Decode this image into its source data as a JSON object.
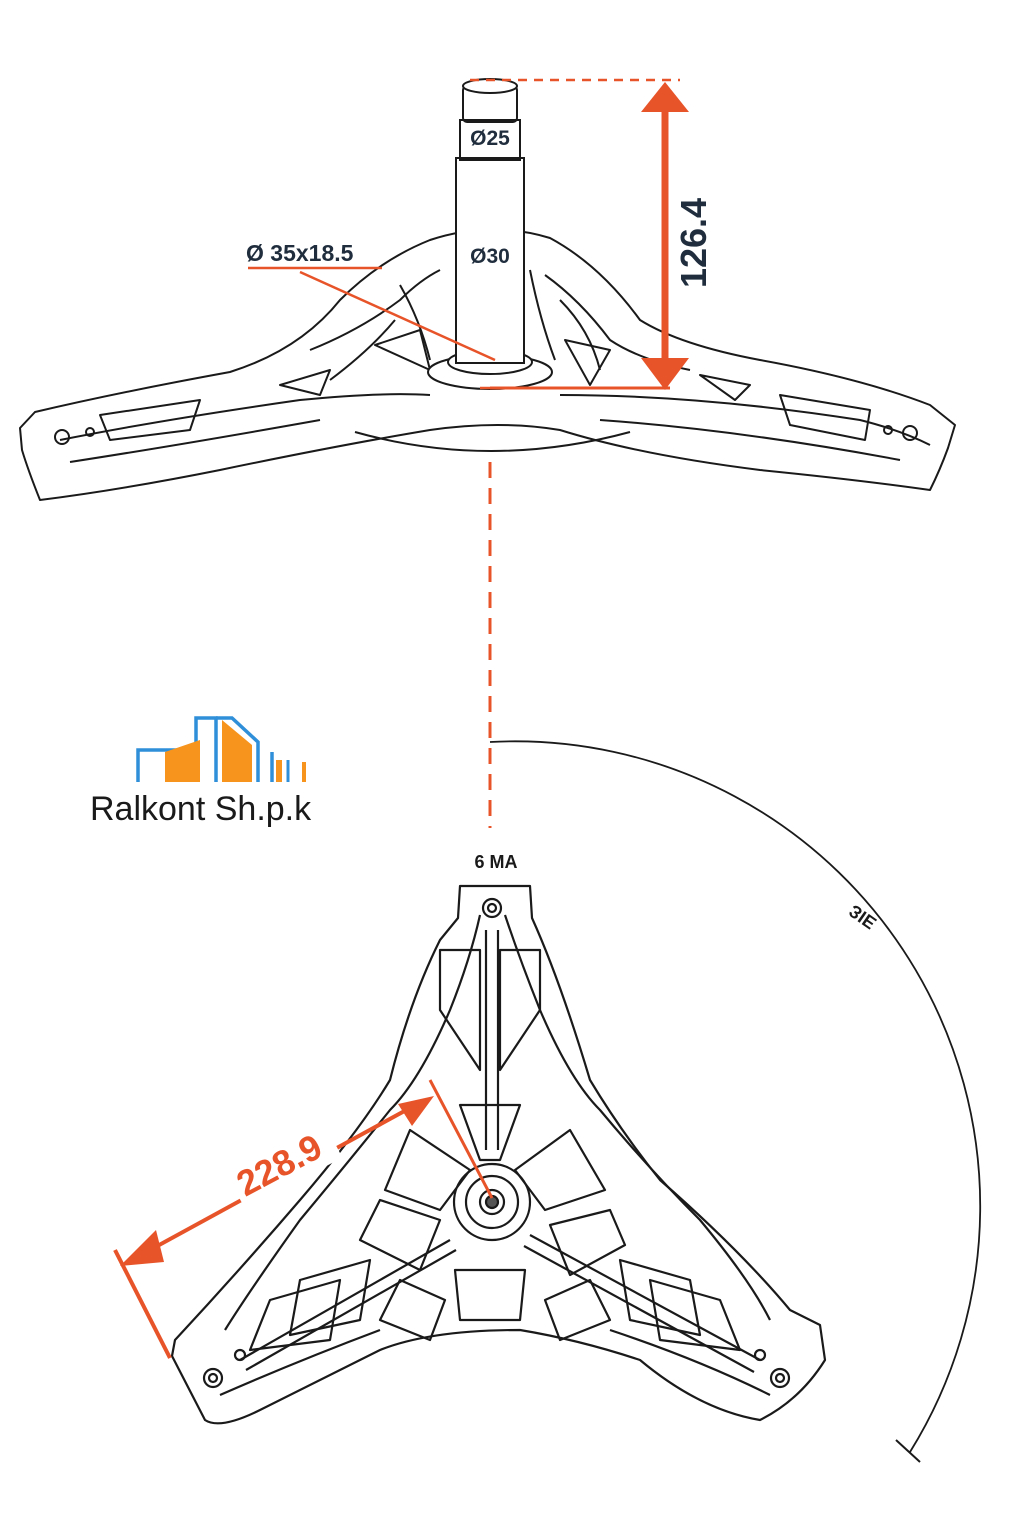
{
  "dimensions": {
    "shaft_tip_diameter": "Ø25",
    "shaft_diameter": "Ø30",
    "bearing_seat": "Ø 35x18.5",
    "shaft_height": "126.4",
    "arm_radius": "228.9"
  },
  "part_label": "6 MA",
  "arc_mark": "ƎƖƐ",
  "logo": {
    "company": "Ralkont Sh.p.k"
  },
  "colors": {
    "dimension": "#e8542a",
    "outline": "#1a1a1a",
    "logo_blue": "#2f8fd8",
    "logo_orange": "#f7941d",
    "text_dark": "#1f2d3d"
  }
}
